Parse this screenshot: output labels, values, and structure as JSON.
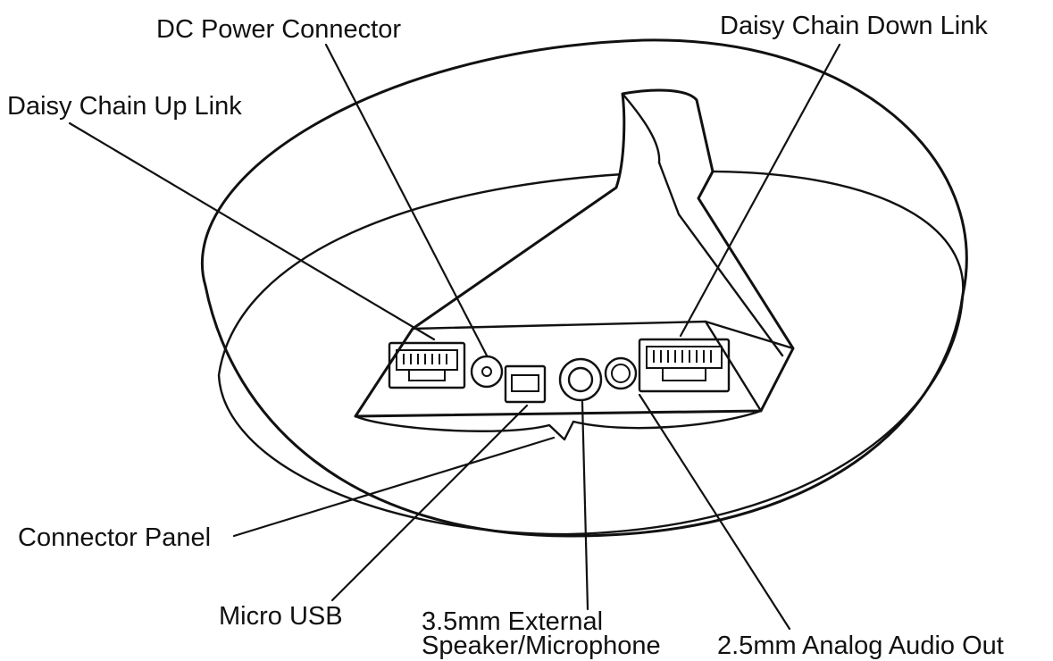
{
  "labels": {
    "dc_power_connector": "DC Power Connector",
    "daisy_chain_down_link": "Daisy Chain Down Link",
    "daisy_chain_up_link": "Daisy Chain Up Link",
    "connector_panel": "Connector Panel",
    "micro_usb": "Micro USB",
    "external_speaker_line1": "3.5mm External",
    "external_speaker_line2": "Speaker/Microphone",
    "analog_audio_out": "2.5mm Analog Audio Out"
  }
}
